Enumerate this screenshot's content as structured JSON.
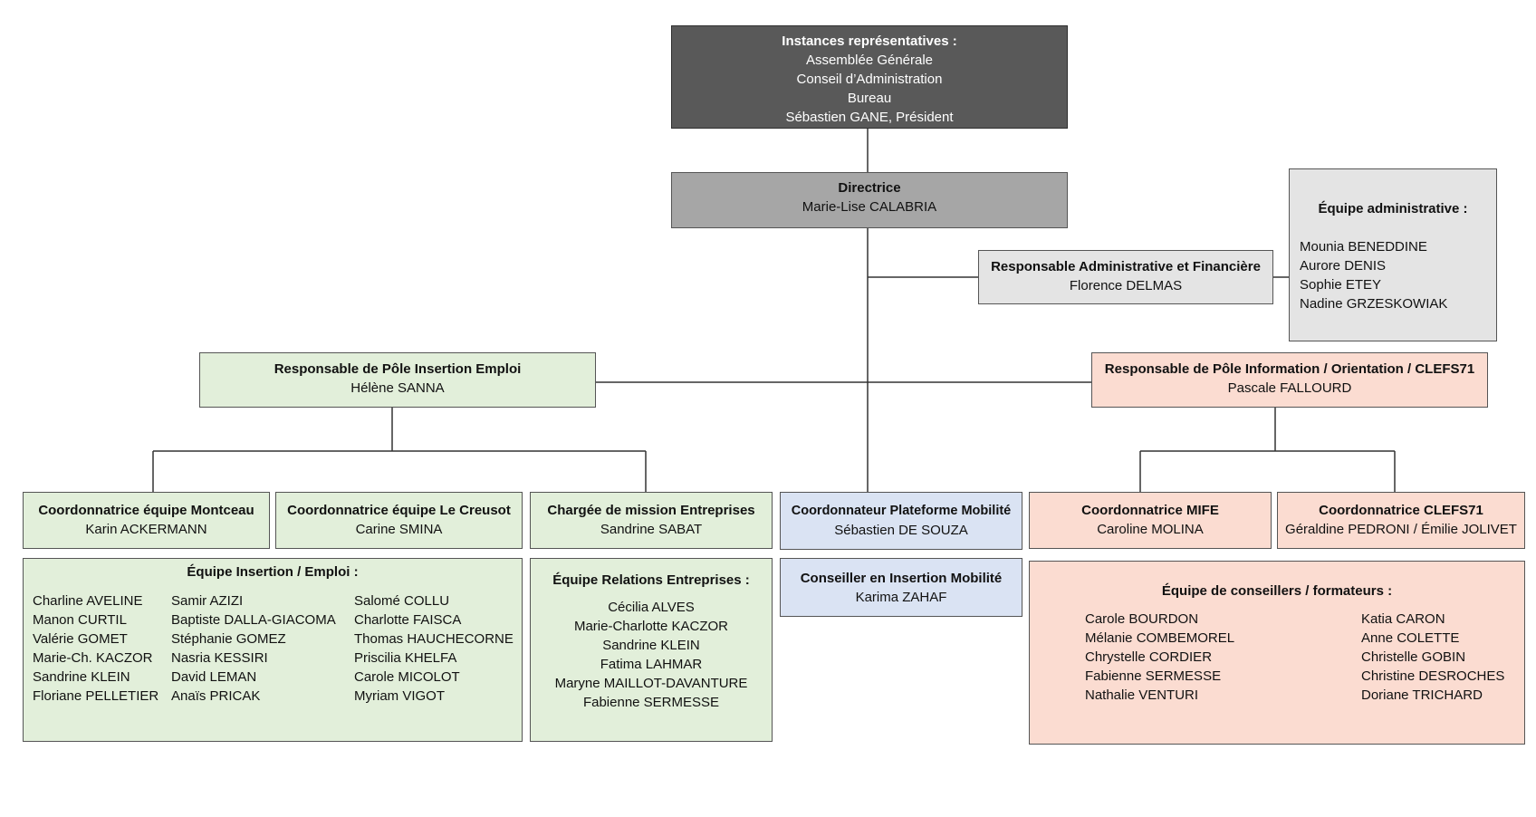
{
  "instances": {
    "title": "Instances représentatives :",
    "lines": [
      "Assemblée Générale",
      "Conseil d’Administration",
      "Bureau",
      "Sébastien GANE, Président"
    ]
  },
  "directrice": {
    "title": "Directrice",
    "name": "Marie-Lise CALABRIA"
  },
  "raf": {
    "title": "Responsable Administrative et Financière",
    "name": "Florence DELMAS"
  },
  "equipe_admin": {
    "title": "Équipe administrative :",
    "members": [
      "Mounia BENEDDINE",
      "Aurore DENIS",
      "Sophie ETEY",
      "Nadine GRZESKOWIAK"
    ]
  },
  "pole_insertion": {
    "title": "Responsable de Pôle Insertion Emploi",
    "name": "Hélène SANNA"
  },
  "pole_info": {
    "title": "Responsable de Pôle Information / Orientation / CLEFS71",
    "name": "Pascale FALLOURD"
  },
  "coord_montceau": {
    "title": "Coordonnatrice équipe Montceau",
    "name": "Karin ACKERMANN"
  },
  "coord_creusot": {
    "title": "Coordonnatrice équipe Le Creusot",
    "name": "Carine SMINA"
  },
  "charge_mission": {
    "title": "Chargée de mission Entreprises",
    "name": "Sandrine SABAT"
  },
  "coord_mobilite": {
    "title": "Coordonnateur Plateforme Mobilité",
    "name": "Sébastien DE SOUZA"
  },
  "coord_mife": {
    "title": "Coordonnatrice MIFE",
    "name": "Caroline MOLINA"
  },
  "coord_clefs": {
    "title": "Coordonnatrice CLEFS71",
    "name": "Géraldine PEDRONI / Émilie JOLIVET"
  },
  "equipe_insertion": {
    "title": "Équipe Insertion / Emploi :",
    "col1": [
      "Charline AVELINE",
      "Manon CURTIL",
      "Valérie GOMET",
      "Marie-Ch. KACZOR",
      "Sandrine KLEIN",
      "Floriane PELLETIER"
    ],
    "col2": [
      "Samir AZIZI",
      "Baptiste DALLA-GIACOMA",
      "Stéphanie GOMEZ",
      "Nasria KESSIRI",
      "David LEMAN",
      "Anaïs PRICAK"
    ],
    "col3": [
      "Salomé COLLU",
      "Charlotte FAISCA",
      "Thomas HAUCHECORNE",
      "Priscilia KHELFA",
      "Carole MICOLOT",
      "Myriam VIGOT"
    ]
  },
  "equipe_relations": {
    "title": "Équipe Relations Entreprises :",
    "members": [
      "Cécilia ALVES",
      "Marie-Charlotte KACZOR",
      "Sandrine KLEIN",
      "Fatima LAHMAR",
      "Maryne MAILLOT-DAVANTURE",
      "Fabienne SERMESSE"
    ]
  },
  "conseiller_mobilite": {
    "title": "Conseiller en Insertion Mobilité",
    "name": "Karima ZAHAF"
  },
  "equipe_conseillers": {
    "title": "Équipe de conseillers / formateurs :",
    "col1": [
      "Carole BOURDON",
      "Mélanie COMBEMOREL",
      "Chrystelle CORDIER",
      "Fabienne SERMESSE",
      "Nathalie VENTURI"
    ],
    "col2": [
      "Katia CARON",
      "Anne COLETTE",
      "Christelle GOBIN",
      "Christine DESROCHES",
      "Doriane TRICHARD"
    ]
  }
}
